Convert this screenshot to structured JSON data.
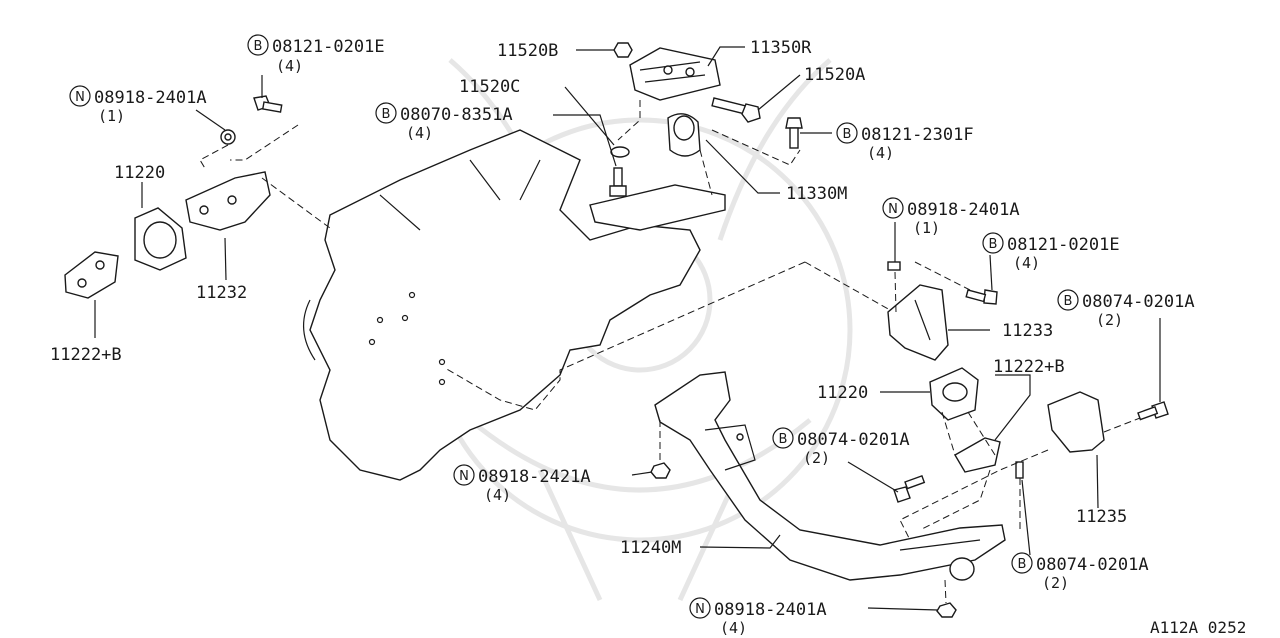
{
  "diagram": {
    "reference_code": "A112A 0252",
    "symbols": {
      "bolt": "B",
      "nut": "N"
    },
    "parts": [
      {
        "part_no": "08121-0201E",
        "symbol": "B",
        "qty": "(4)"
      },
      {
        "part_no": "08918-2401A",
        "symbol": "N",
        "qty": "(1)"
      },
      {
        "part_no": "11220"
      },
      {
        "part_no": "11232"
      },
      {
        "part_no": "11222+B"
      },
      {
        "part_no": "11520B"
      },
      {
        "part_no": "11350R"
      },
      {
        "part_no": "11520C"
      },
      {
        "part_no": "11520A"
      },
      {
        "part_no": "08070-8351A",
        "symbol": "B",
        "qty": "(4)"
      },
      {
        "part_no": "08121-2301F",
        "symbol": "B",
        "qty": "(4)"
      },
      {
        "part_no": "11330M"
      },
      {
        "part_no": "08918-2401A",
        "symbol": "N",
        "qty": "(1)"
      },
      {
        "part_no": "08121-0201E",
        "symbol": "B",
        "qty": "(4)"
      },
      {
        "part_no": "08074-0201A",
        "symbol": "B",
        "qty": "(2)"
      },
      {
        "part_no": "11233"
      },
      {
        "part_no": "11222+B"
      },
      {
        "part_no": "11220"
      },
      {
        "part_no": "08074-0201A",
        "symbol": "B",
        "qty": "(2)"
      },
      {
        "part_no": "08918-2421A",
        "symbol": "N",
        "qty": "(4)"
      },
      {
        "part_no": "11235"
      },
      {
        "part_no": "11240M"
      },
      {
        "part_no": "08074-0201A",
        "symbol": "B",
        "qty": "(2)"
      },
      {
        "part_no": "08918-2401A",
        "symbol": "N",
        "qty": "(4)"
      }
    ]
  }
}
